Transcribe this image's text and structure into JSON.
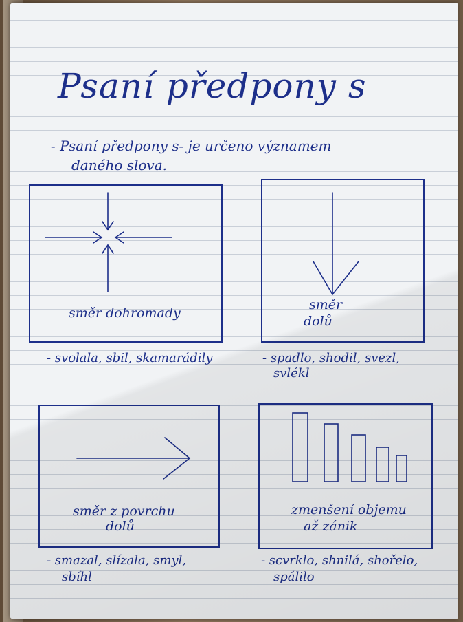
{
  "title": "Psaní předpony s",
  "intro": {
    "line1": "-  Psaní předpony s- je určeno významem",
    "line2": "daného slova."
  },
  "panels": [
    {
      "caption": "směr dohromady",
      "examples": [
        "- svolala, sbil, skamarádily"
      ]
    },
    {
      "caption": [
        "směr",
        "dolů"
      ],
      "examples": [
        "- spadlo, shodil, svezl,",
        "svlékl"
      ]
    },
    {
      "caption": [
        "směr z povrchu",
        "dolů"
      ],
      "examples": [
        "- smazal, slízala, smyl,",
        "sbíhl"
      ]
    },
    {
      "caption": [
        "zmenšení objemu",
        "až zánik"
      ],
      "examples": [
        "- scvrklo, shnilá, shořelo,",
        "spálilo"
      ]
    }
  ],
  "colors": {
    "ink": "#1d2f8a",
    "paper": "#f1f3f5",
    "rule": "#c9cfd8"
  },
  "icons": [
    "arrows-converge-icon",
    "arrow-down-icon",
    "arrow-right-icon",
    "decreasing-bars-icon"
  ]
}
